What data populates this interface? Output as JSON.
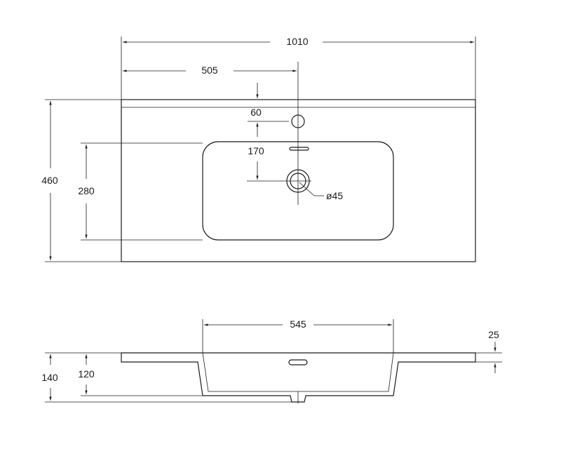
{
  "top_view": {
    "width": "1010",
    "half_width": "505",
    "faucet_offset": "60",
    "drain_offset": "170",
    "drain_diameter": "ø45",
    "depth": "460",
    "bowl_depth": "280"
  },
  "side_view": {
    "bowl_width": "545",
    "rim_thickness": "25",
    "total_height": "140",
    "bowl_height": "120"
  },
  "colors": {
    "line": "#1a1a1a",
    "background": "#ffffff"
  }
}
